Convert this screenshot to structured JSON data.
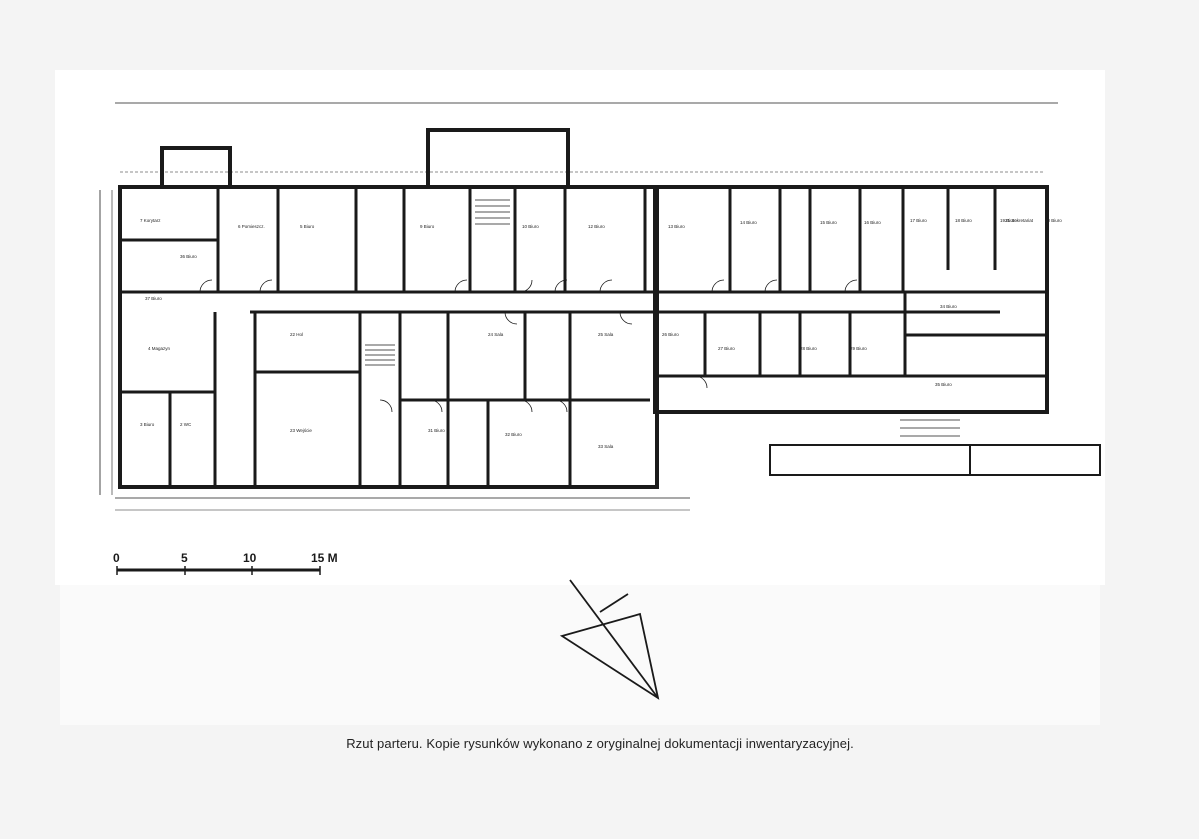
{
  "caption": "Rzut parteru. Kopie rysunków wykonano z oryginalnej dokumentacji inwentaryzacyjnej.",
  "scale_bar": {
    "ticks": [
      "0",
      "5",
      "10",
      "15 M"
    ]
  },
  "colors": {
    "paper": "#f4f4f4",
    "plan_bg": "#ffffff",
    "ink": "#1a1a1a"
  },
  "rooms": [
    {
      "label": "7 Korytarz"
    },
    {
      "label": "6 Pomieszcz."
    },
    {
      "label": "5 Biuro"
    },
    {
      "label": "9 Biuro"
    },
    {
      "label": "10 Biuro"
    },
    {
      "label": "12 Biuro"
    },
    {
      "label": "13 Biuro"
    },
    {
      "label": "14 Biuro"
    },
    {
      "label": "15 Biuro"
    },
    {
      "label": "16 Biuro"
    },
    {
      "label": "17 Biuro"
    },
    {
      "label": "18 Biuro"
    },
    {
      "label": "19 Biuro"
    },
    {
      "label": "20 Biuro"
    },
    {
      "label": "21 Sekretariat"
    },
    {
      "label": "4 Magazyn"
    },
    {
      "label": "22 Hol"
    },
    {
      "label": "23 Wejście"
    },
    {
      "label": "24 Sala"
    },
    {
      "label": "25 Sala"
    },
    {
      "label": "26 Biuro"
    },
    {
      "label": "27 Biuro"
    },
    {
      "label": "28 Biuro"
    },
    {
      "label": "29 Biuro"
    },
    {
      "label": "31 Biuro"
    },
    {
      "label": "32 Biuro"
    },
    {
      "label": "3 Biuro"
    },
    {
      "label": "2 WC"
    },
    {
      "label": "33 Sala"
    },
    {
      "label": "34 Biuro"
    },
    {
      "label": "35 Biuro"
    },
    {
      "label": "36 Biuro"
    },
    {
      "label": "37 Biuro"
    }
  ]
}
